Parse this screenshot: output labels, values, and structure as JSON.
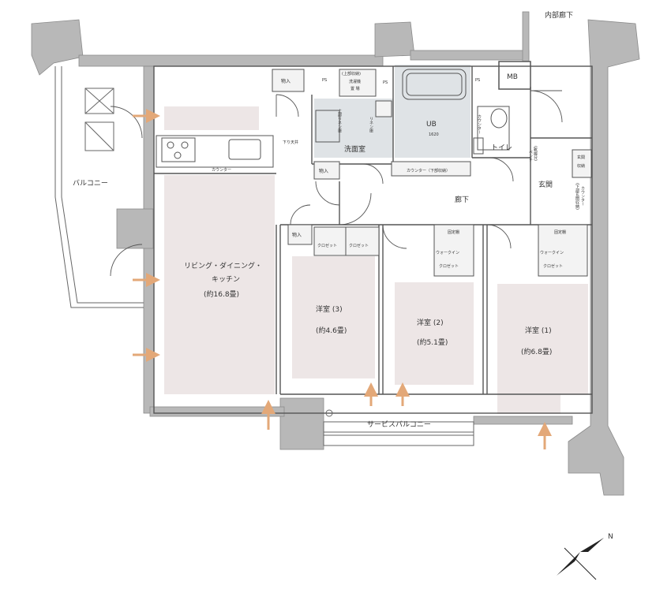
{
  "labels": {
    "inner_corridor": "内部廊下",
    "mb": "MB",
    "balcony": "バルコニー",
    "service_balcony": "サービスバルコニー",
    "ldk_name": "リビング・ダイニング・",
    "ldk_name2": "キッチン",
    "ldk_size": "(約16.8畳)",
    "storage": "物入",
    "ps": "PS",
    "upper_storage": "(上部収納)",
    "washer": "洗濯機",
    "washer2": "置 場",
    "upper_linen": "上部リネン庫",
    "linen": "リネン庫",
    "washroom": "洗面室",
    "ub": "UB",
    "ub_size": "1620",
    "toilet": "トイレ",
    "counter_v": "カウンター",
    "bench": "ベンチ",
    "bench2": "(靴履分)",
    "lowered_ceiling": "下り天井",
    "counter": "カウンター",
    "counter_lower": "カウンター（下部収納）",
    "hallway": "廊下",
    "entrance": "玄関",
    "entrance_storage": "玄関",
    "entrance_storage2": "収納",
    "counter_entrance": "カウンター",
    "counter_entrance2": "(下部玄関収納)",
    "closet": "クロゼット",
    "fixed_shelf": "固定棚",
    "walkin": "ウォークイン",
    "walkin2": "クロゼット",
    "room3": "洋室 (3)",
    "room3_size": "(約4.6畳)",
    "room2": "洋室 (2)",
    "room2_size": "(約5.1畳)",
    "room1": "洋室 (1)",
    "room1_size": "(約6.8畳)",
    "north": "N"
  },
  "colors": {
    "wall": "#b3b3b3",
    "wall_edge": "#888888",
    "floor_room": "#ede6e6",
    "wet_area": "#dfe3e6",
    "line": "#555555",
    "arrow_warm": "#e3a878",
    "arrow_cool": "#5e7fa3"
  }
}
